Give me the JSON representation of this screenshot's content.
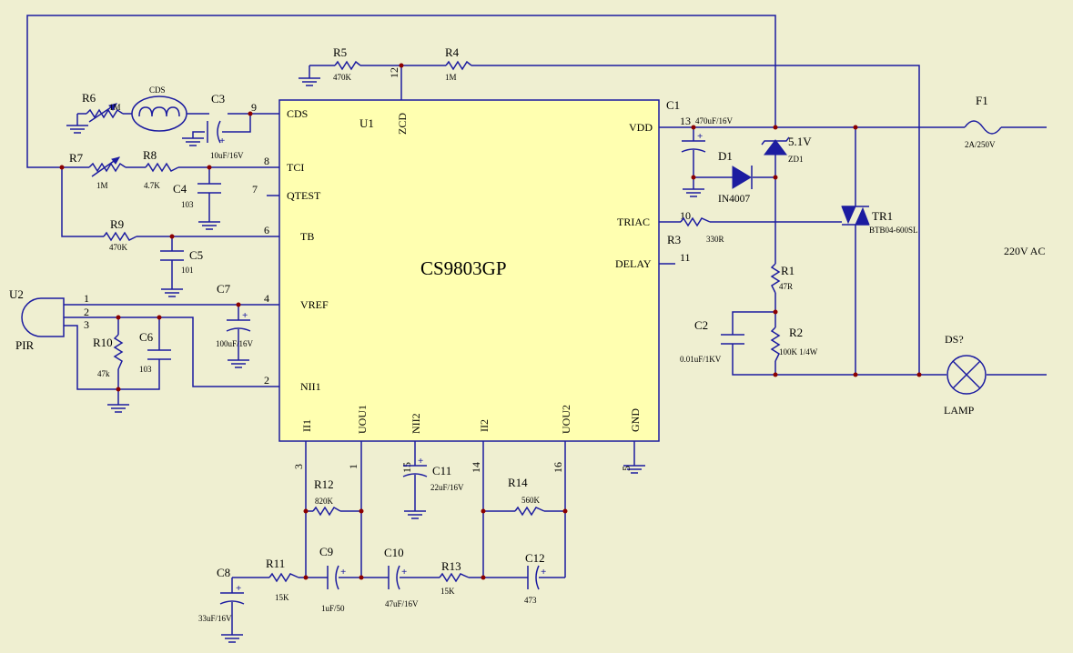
{
  "ic": {
    "ref": "U1",
    "part": "CS9803GP",
    "pins": {
      "cds": "CDS",
      "tci": "TCI",
      "qtest": "QTEST",
      "tb": "TB",
      "vref": "VREF",
      "nii1": "NII1",
      "zcd": "ZCD",
      "vdd": "VDD",
      "triac": "TRIAC",
      "delay": "DELAY",
      "ii1": "II1",
      "uou1": "UOU1",
      "nii2": "NII2",
      "ii2": "II2",
      "uou2": "UOU2",
      "gnd": "GND"
    },
    "pin_numbers": {
      "cds": "9",
      "tci": "8",
      "qtest": "7",
      "tb": "6",
      "vref": "4",
      "nii1": "2",
      "zcd": "12",
      "vdd": "13",
      "triac": "10",
      "delay": "11",
      "ii1": "3",
      "uou1": "1",
      "nii2": "15",
      "ii2": "14",
      "uou2": "16",
      "gnd": "5"
    }
  },
  "components": {
    "r5": {
      "ref": "R5",
      "value": "470K"
    },
    "r4": {
      "ref": "R4",
      "value": "1M"
    },
    "r6": {
      "ref": "R6",
      "value": "1M"
    },
    "cds": {
      "ref": "CDS"
    },
    "c3": {
      "ref": "C3",
      "value": "10uF/16V"
    },
    "r7": {
      "ref": "R7",
      "value": "1M"
    },
    "r8": {
      "ref": "R8",
      "value": "4.7K"
    },
    "c4": {
      "ref": "C4",
      "value": "103"
    },
    "r9": {
      "ref": "R9",
      "value": "470K"
    },
    "c5": {
      "ref": "C5",
      "value": "101"
    },
    "u2": {
      "ref": "U2",
      "value": "PIR",
      "pins": [
        "1",
        "2",
        "3"
      ]
    },
    "c7": {
      "ref": "C7",
      "value": "100uF/16V"
    },
    "r10": {
      "ref": "R10",
      "value": "47k"
    },
    "c6": {
      "ref": "C6",
      "value": "103"
    },
    "c1": {
      "ref": "C1",
      "value": "470uF/16V"
    },
    "d1": {
      "ref": "D1",
      "value": "IN4007"
    },
    "zd1": {
      "ref": "ZD1",
      "value": "5.1V"
    },
    "r3": {
      "ref": "R3",
      "value": "330R"
    },
    "tr1": {
      "ref": "TR1",
      "value": "BTB04-600SL"
    },
    "f1": {
      "ref": "F1",
      "value": "2A/250V"
    },
    "mains": {
      "label": "220V  AC"
    },
    "r1": {
      "ref": "R1",
      "value": "47R"
    },
    "c2": {
      "ref": "C2",
      "value": "0.01uF/1KV"
    },
    "r2": {
      "ref": "R2",
      "value": "100K 1/4W"
    },
    "lamp": {
      "ref": "DS?",
      "value": "LAMP"
    },
    "r12": {
      "ref": "R12",
      "value": "820K"
    },
    "c11": {
      "ref": "C11",
      "value": "22uF/16V"
    },
    "r14": {
      "ref": "R14",
      "value": "560K"
    },
    "c8": {
      "ref": "C8",
      "value": "33uF/16V"
    },
    "r11": {
      "ref": "R11",
      "value": "15K"
    },
    "c9": {
      "ref": "C9",
      "value": "1uF/50"
    },
    "c10": {
      "ref": "C10",
      "value": "47uF/16V"
    },
    "r13": {
      "ref": "R13",
      "value": "15K"
    },
    "c12": {
      "ref": "C12",
      "value": "473"
    }
  },
  "colors": {
    "background": "#efefd1",
    "ic_fill": "#ffffb0",
    "wire": "#1c1ca0",
    "junction": "#8b0000"
  }
}
